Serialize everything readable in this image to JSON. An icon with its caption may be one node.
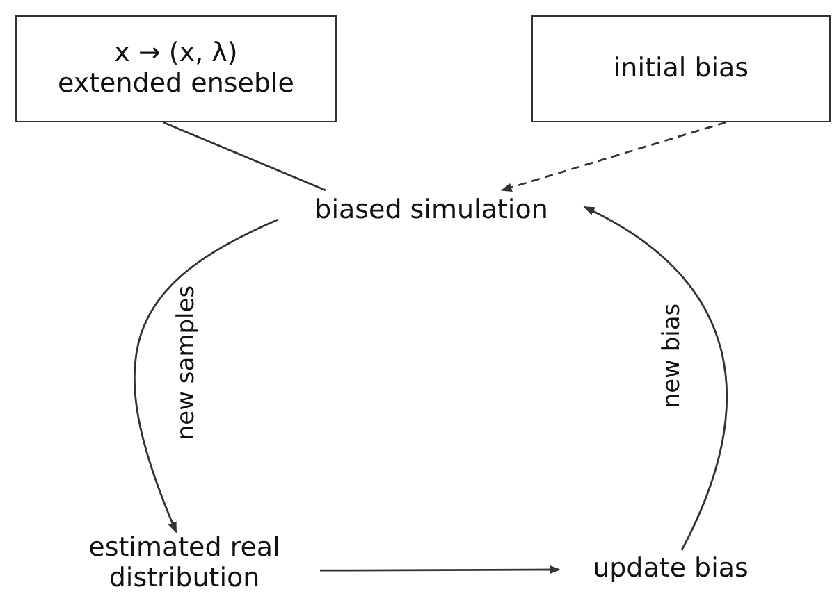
{
  "diagram": {
    "nodes": [
      {
        "text": [
          "x → (x, λ)",
          "extended enseble"
        ]
      },
      {
        "text": [
          "initial bias"
        ]
      },
      {
        "text": [
          "biased simulation"
        ]
      },
      {
        "text": [
          "estimated real distribution"
        ]
      },
      {
        "text": [
          "update bias"
        ]
      }
    ],
    "edges": [
      {
        "from": 0,
        "to": 2,
        "arrow": "none"
      },
      {
        "from": 1,
        "to": 2,
        "arrow": "to",
        "style": "dashed"
      },
      {
        "from": 2,
        "to": 3,
        "arrow": "to",
        "label": "new samples"
      },
      {
        "from": 3,
        "to": 4,
        "arrow": "to"
      },
      {
        "from": 4,
        "to": 2,
        "arrow": "to",
        "label": "new bias"
      }
    ]
  }
}
